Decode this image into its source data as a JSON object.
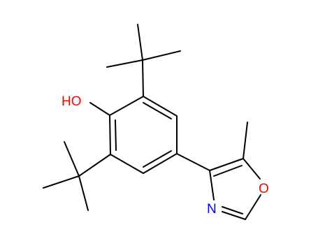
{
  "molecule": {
    "atom_labels": {
      "hydroxyl": "HO",
      "oxazole_oxygen": "O",
      "oxazole_nitrogen": "N"
    },
    "colors": {
      "bond": "#000000",
      "oxygen": "#ff0000",
      "nitrogen": "#0000ff",
      "background": "#ffffff"
    }
  }
}
